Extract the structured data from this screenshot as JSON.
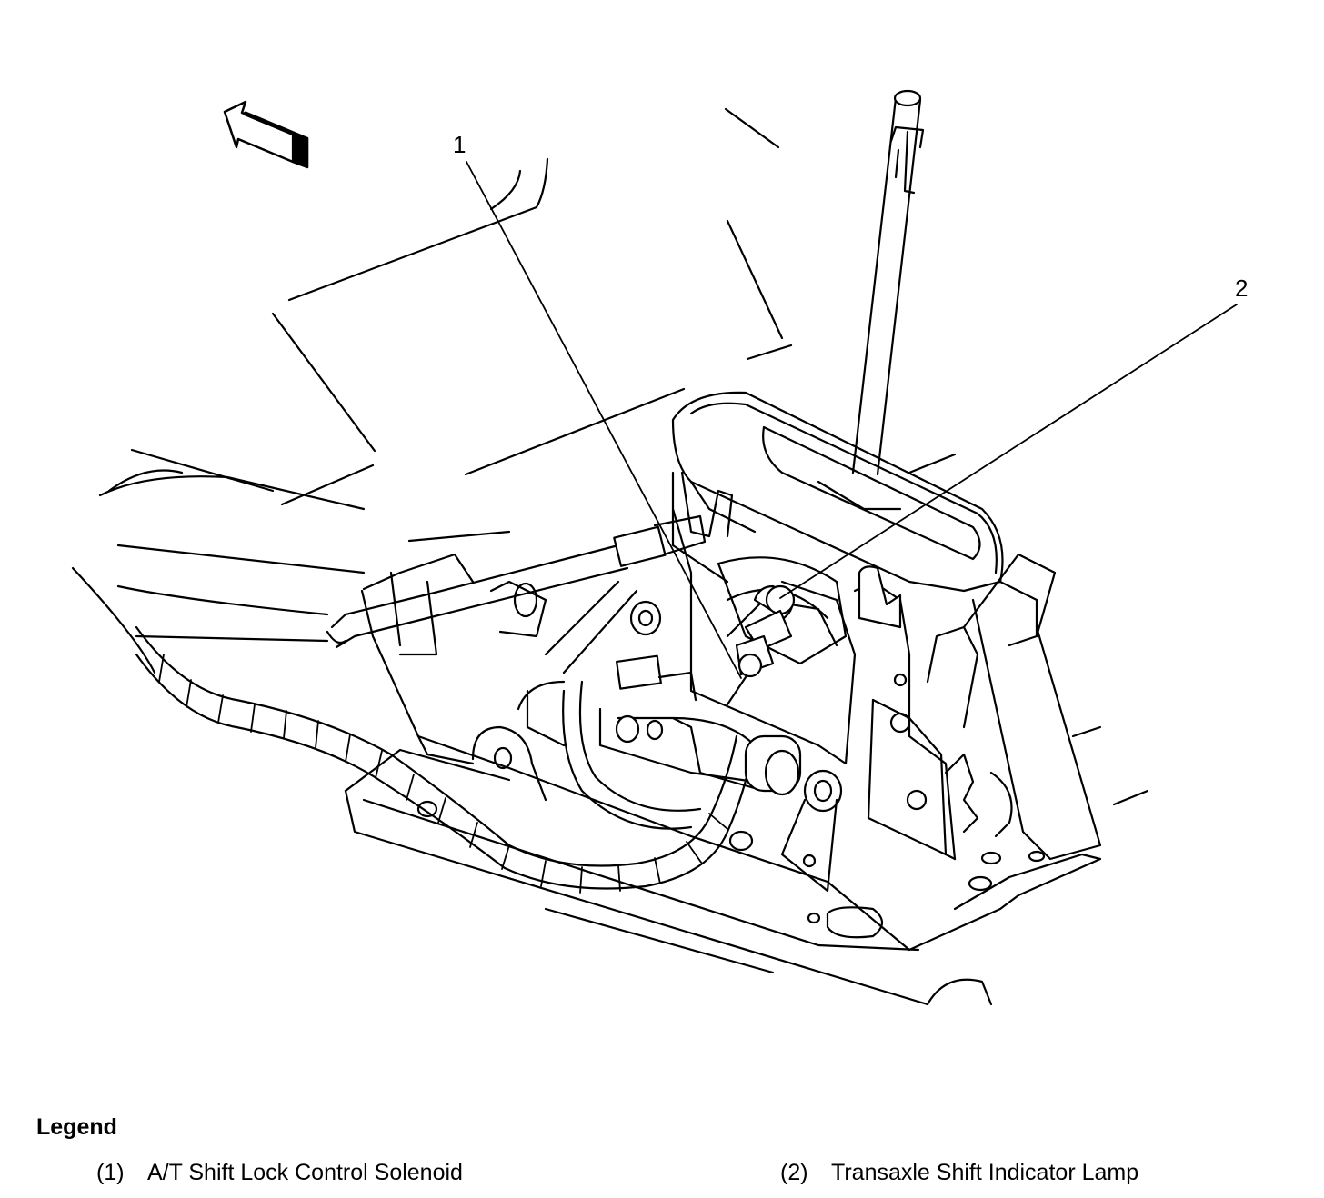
{
  "diagram": {
    "callouts": [
      {
        "id": "1",
        "label": "1"
      },
      {
        "id": "2",
        "label": "2"
      }
    ],
    "line_color": "#000000",
    "arrow_icon": "forward-direction-arrow-icon"
  },
  "legend": {
    "title": "Legend",
    "items": [
      {
        "number": "(1)",
        "text": "A/T Shift Lock Control Solenoid"
      },
      {
        "number": "(2)",
        "text": "Transaxle Shift Indicator Lamp"
      }
    ]
  }
}
